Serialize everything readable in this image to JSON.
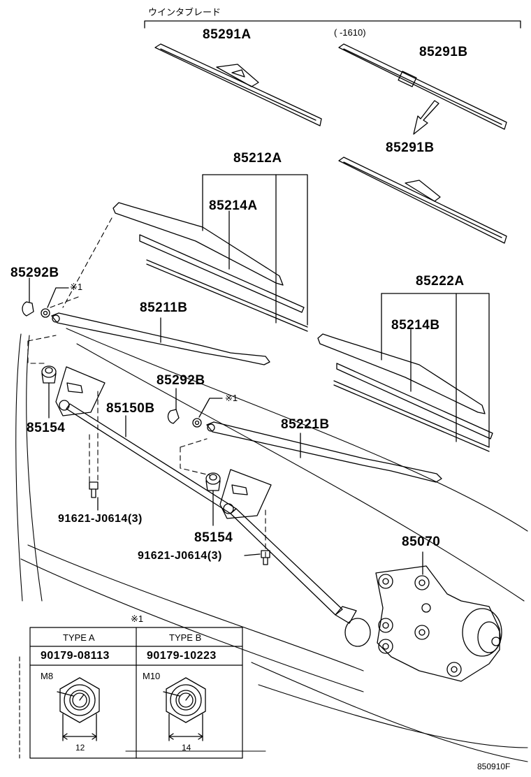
{
  "group_label": "ウインタブレード",
  "date_note": "(     -1610)",
  "parts": {
    "p85291A": "85291A",
    "p85291B_top": "85291B",
    "p85291B_bottom": "85291B",
    "p85212A": "85212A",
    "p85214A": "85214A",
    "p85292B_left": "85292B",
    "p85292B_mid": "85292B",
    "p85211B": "85211B",
    "p85222A": "85222A",
    "p85214B": "85214B",
    "p85154_left": "85154",
    "p85150B": "85150B",
    "p85221B": "85221B",
    "p91621_left": "91621-J0614(3)",
    "p85154_mid": "85154",
    "p91621_mid": "91621-J0614(3)",
    "p85070": "85070"
  },
  "note_mark_1": "※1",
  "note_mark_2": "※1",
  "note_mark_table": "※1",
  "table": {
    "col_a_type": "TYPE A",
    "col_b_type": "TYPE B",
    "col_a_part": "90179-08113",
    "col_b_part": "90179-10223",
    "col_a_size": "M8",
    "col_b_size": "M10",
    "col_a_width": "12",
    "col_b_width": "14"
  },
  "figure_code": "850910F",
  "colors": {
    "line": "#000000",
    "background": "#ffffff"
  }
}
